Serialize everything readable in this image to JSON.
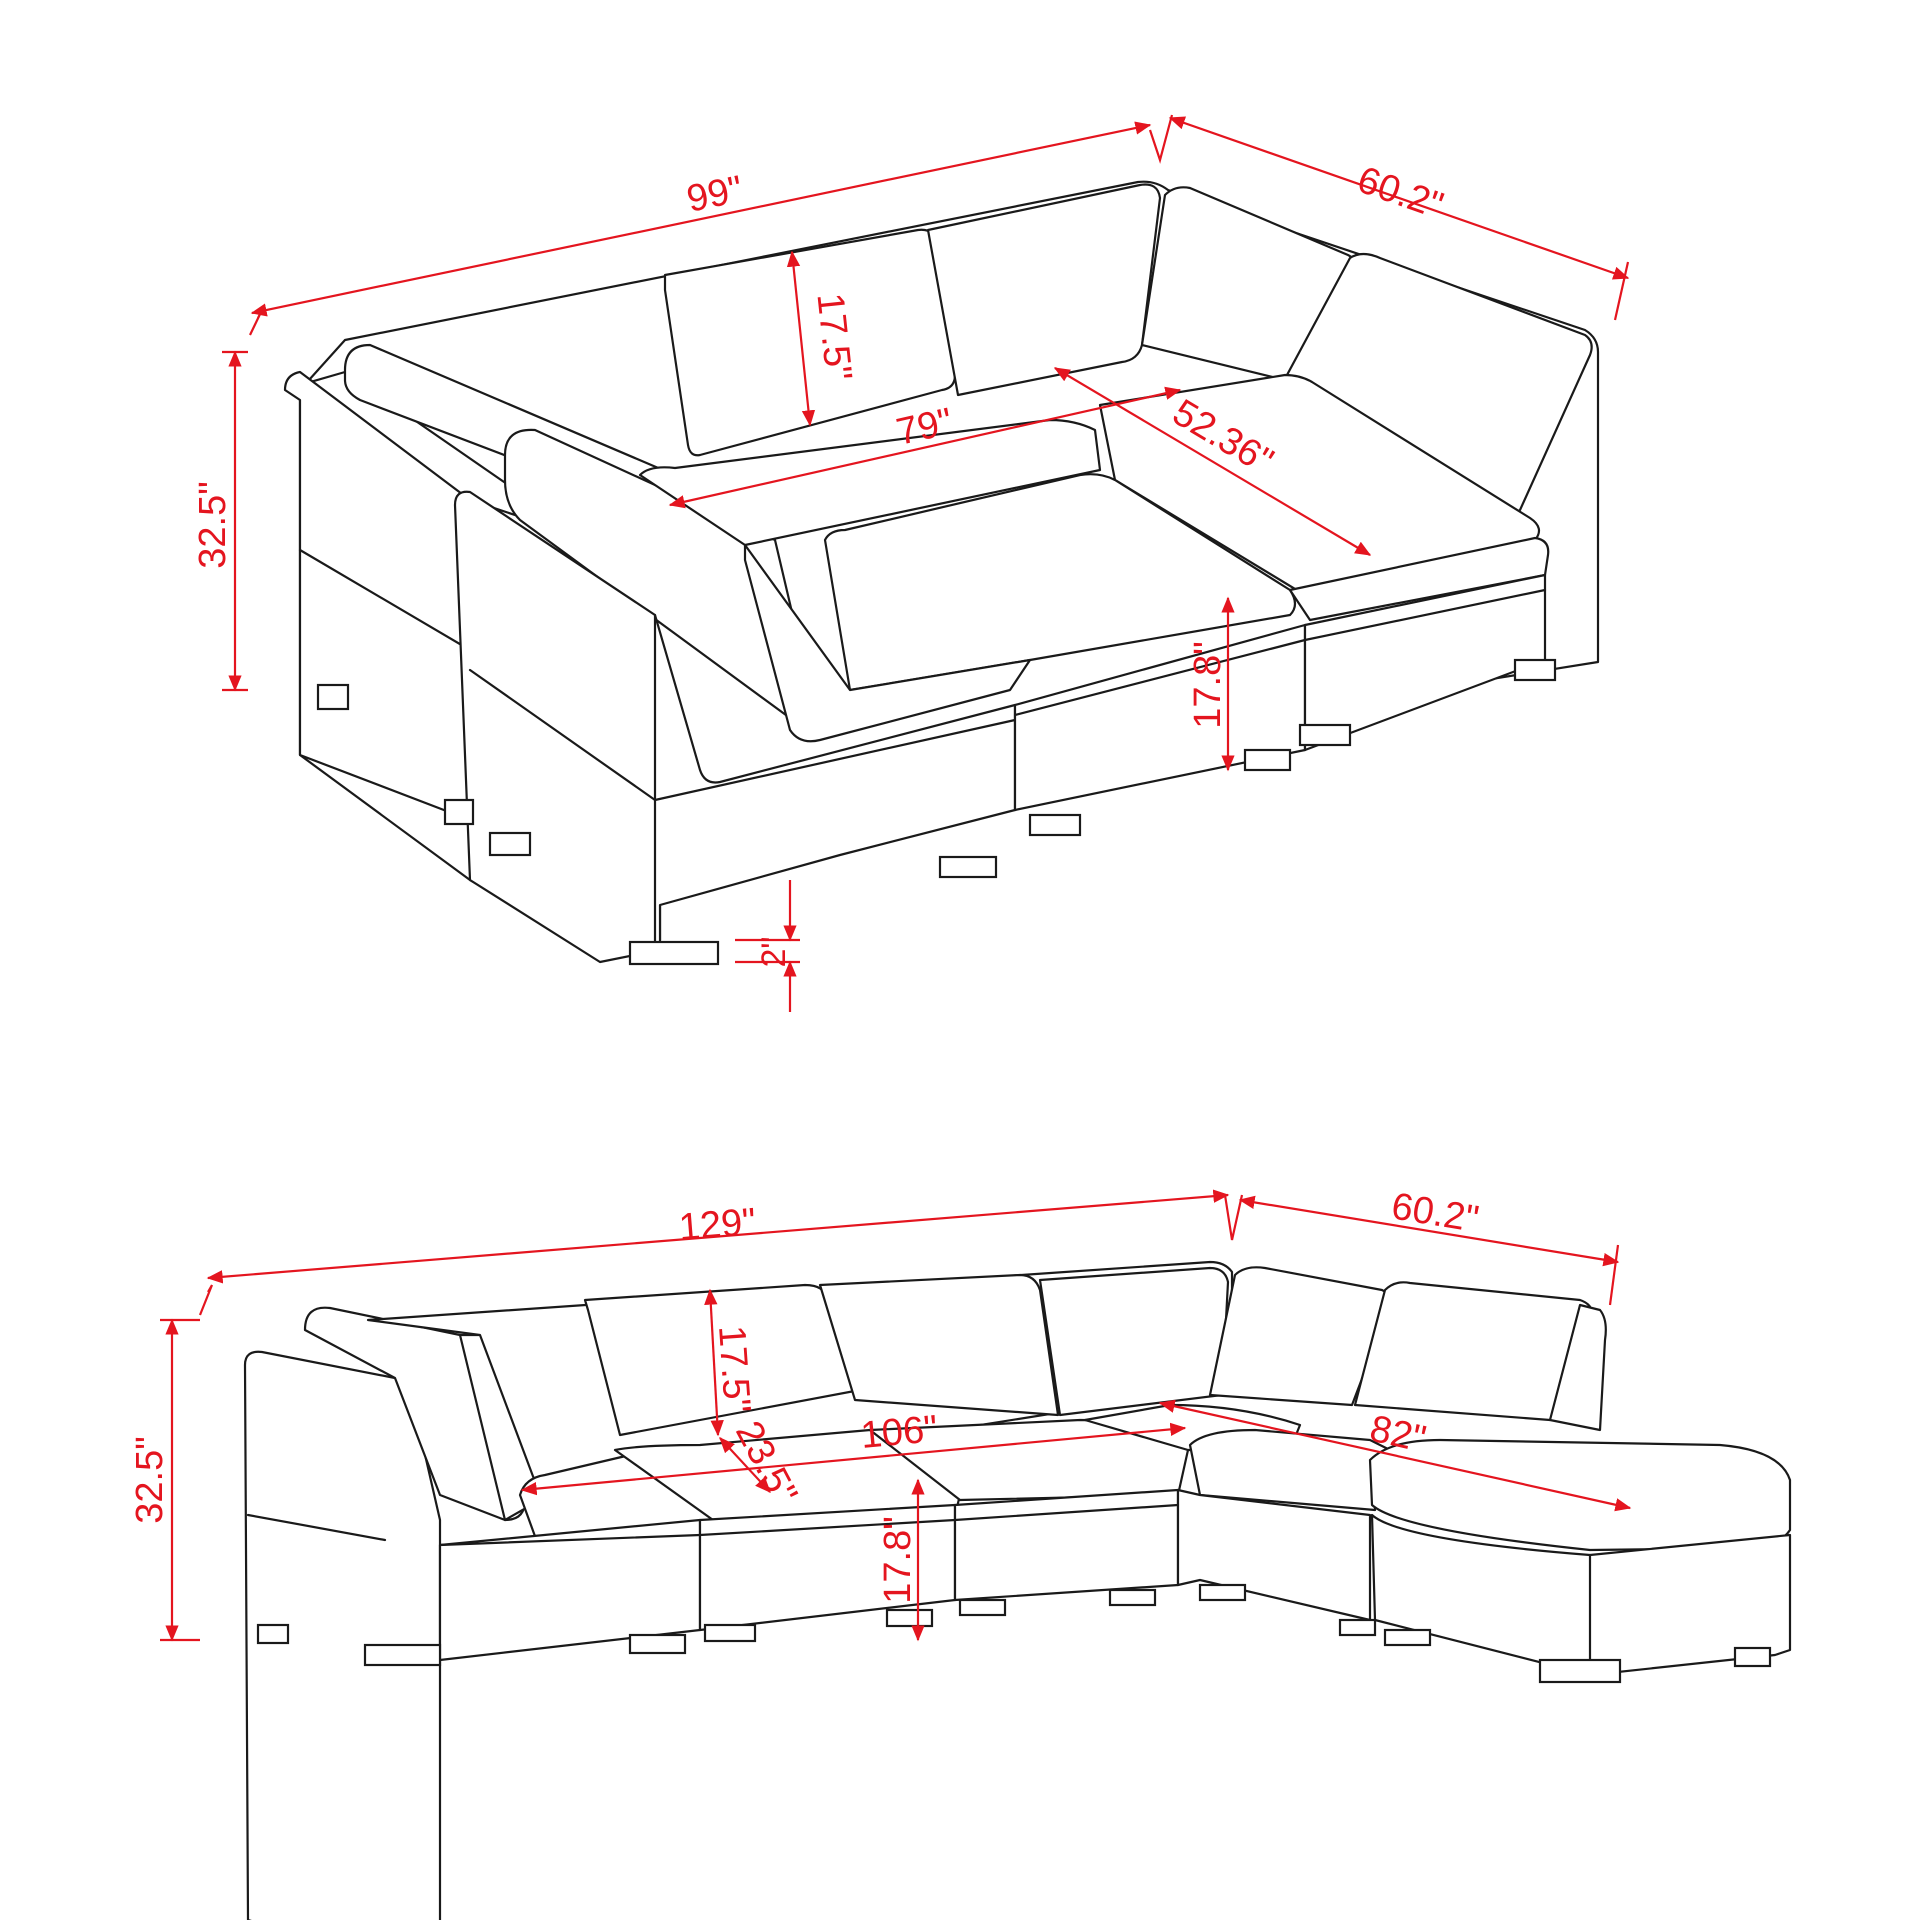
{
  "colors": {
    "dimension": "#e4151f",
    "outline": "#1a1a1a",
    "background": "#ffffff"
  },
  "top_sofa": {
    "width": "99\"",
    "depth": "60.2\"",
    "height": "32.5\"",
    "back_height": "17.5\"",
    "seat_width": "79\"",
    "seat_diagonal": "52.36\"",
    "seat_height": "17.8\"",
    "leg_height": "2\""
  },
  "bottom_sofa": {
    "width": "129\"",
    "depth": "60.2\"",
    "height": "32.5\"",
    "back_height": "17.5\"",
    "seat_depth": "23.5\"",
    "seat_width": "106\"",
    "seat_diagonal": "82\"",
    "seat_height": "17.8\""
  }
}
